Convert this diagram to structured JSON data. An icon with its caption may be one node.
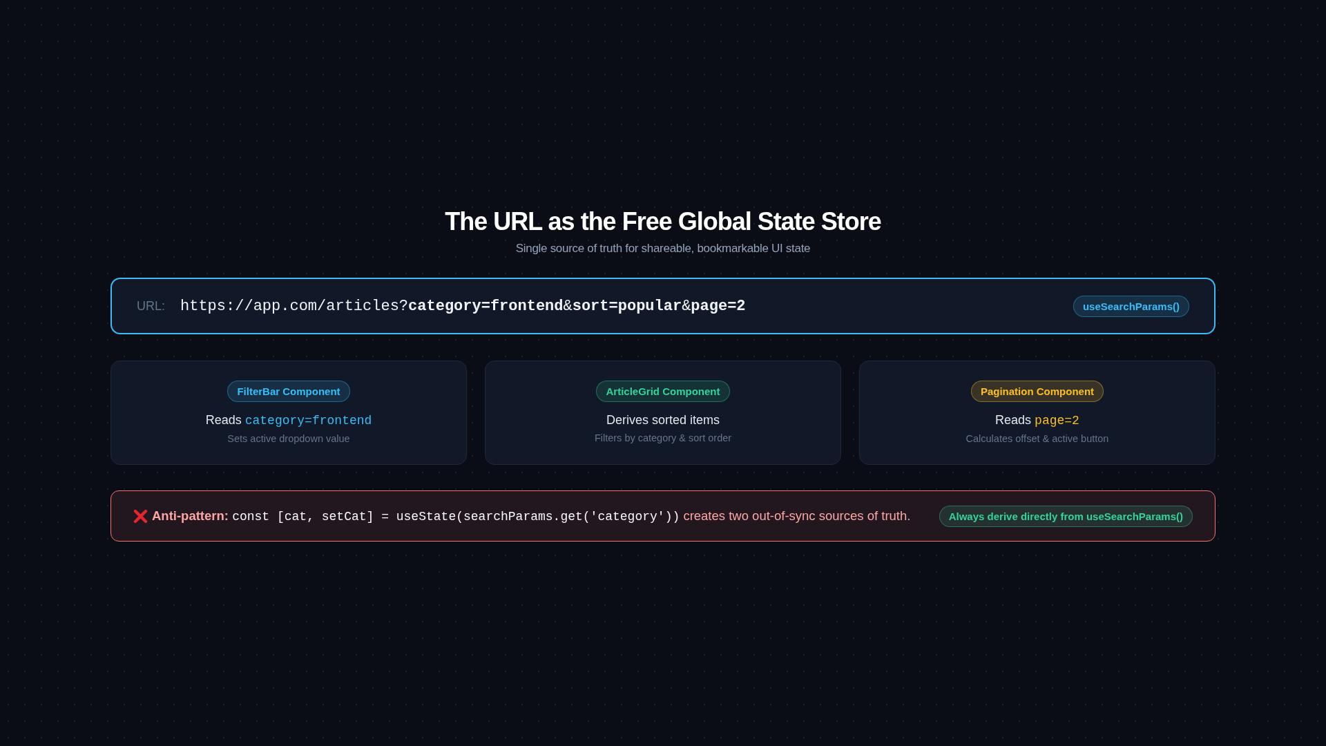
{
  "diagram": {
    "title": "The URL as the Free Global State Store",
    "nodes": [
      {
        "text": [
          "URL:",
          "https://app.com/articles?**category=frontend**&**sort=popular**&**page=2**"
        ]
      },
      {
        "text": [
          "useSearchParams()"
        ],
        "in": 0
      },
      {
        "text": [
          "Reads category=frontend",
          "Sets active dropdown value"
        ]
      },
      {
        "text": [
          "FilterBar Component"
        ],
        "in": 2
      },
      {
        "text": [
          "Derives sorted items",
          "Filters by category & sort order"
        ]
      },
      {
        "text": [
          "ArticleGrid Component"
        ],
        "in": 4
      },
      {
        "text": [
          "Reads page=2",
          "Calculates offset & active button"
        ]
      },
      {
        "text": [
          "Pagination Component"
        ],
        "in": 6
      },
      {
        "text": [
          "Anti-pattern:",
          "const [cat, setCat] = useState(searchParams.get('category'))",
          "creates two out-of-sync sources of truth."
        ]
      },
      {
        "text": [
          "Always derive directly from useSearchParams()"
        ],
        "in": 8
      }
    ],
    "labels": [
      "Single source of truth for shareable, bookmarkable UI state"
    ]
  }
}
